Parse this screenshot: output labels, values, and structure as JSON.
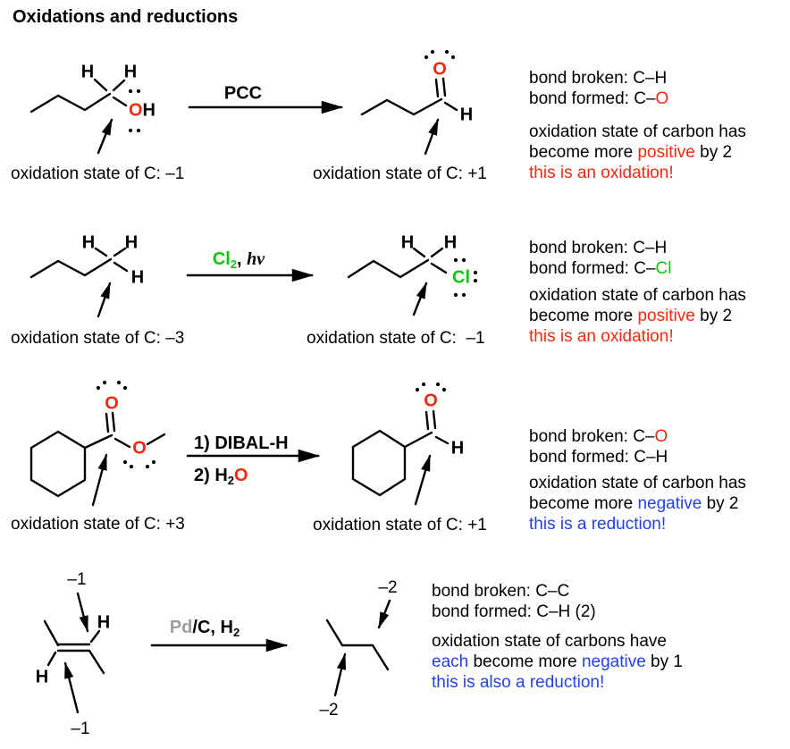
{
  "title": "Oxidations and reductions",
  "palette": {
    "red": "#ee2b11",
    "green": "#12c312",
    "blue": "#2441e1",
    "gray": "#9e9e9e",
    "black": "#000000"
  },
  "rows": [
    {
      "id": "alcohol-oxidation-pcc",
      "reagent": {
        "text": "PCC"
      },
      "reactant": {
        "h1": "H",
        "h2": "H",
        "o": "O",
        "oh_h": "H"
      },
      "product": {
        "o": "O",
        "h": "H"
      },
      "captions": {
        "left": "oxidation state of C: –1",
        "right": "oxidation state of C: +1"
      },
      "notes": {
        "l1": "bond broken: C–H",
        "l2_pre": "bond formed: C–",
        "l2_atom": "O",
        "l3": "oxidation state of carbon has",
        "l4_pre": "become more ",
        "l4_word": "positive",
        "l4_post": " by 2",
        "l5": "this is an oxidation!"
      }
    },
    {
      "id": "radical-chlorination",
      "reagent": {
        "cl": "Cl",
        "sub": "2",
        "comma": ", ",
        "hv": "hν"
      },
      "reactant": {
        "h1": "H",
        "h2": "H",
        "h3": "H"
      },
      "product": {
        "h1": "H",
        "h2": "H",
        "cl": "Cl"
      },
      "captions": {
        "left": "oxidation state of C: –3",
        "right": "oxidation state of C:  –1"
      },
      "notes": {
        "l1": "bond broken: C–H",
        "l2_pre": "bond formed: C–",
        "l2_atom": "Cl",
        "l3": "oxidation state of carbon has",
        "l4_pre": "become more ",
        "l4_word": "positive",
        "l4_post": " by 2",
        "l5": "this is an oxidation!"
      }
    },
    {
      "id": "ester-reduction-dibal",
      "reagent": {
        "line1": "1) DIBAL-H",
        "line2_pre": "2) H",
        "line2_sub": "2",
        "line2_o": "O"
      },
      "reactant": {
        "o_carbonyl": "O",
        "o_ester": "O"
      },
      "product": {
        "o": "O",
        "h": "H"
      },
      "captions": {
        "left": "oxidation state of C: +3",
        "right": "oxidation state of C: +1"
      },
      "notes": {
        "l1_pre": "bond broken: C–",
        "l1_atom": "O",
        "l2": "bond formed: C–H",
        "l3": "oxidation state of carbon has",
        "l4_pre": "become more ",
        "l4_word": "negative",
        "l4_post": " by 2",
        "l5": "this is a reduction!"
      }
    },
    {
      "id": "alkene-hydrogenation",
      "reagent": {
        "pd": "Pd",
        "rest": "/C, H",
        "sub": "2"
      },
      "reactant": {
        "h_top": "H",
        "h_bottom": "H",
        "os_top": "–1",
        "os_bottom": "–1"
      },
      "product": {
        "os_top": "–2",
        "os_bottom": "–2"
      },
      "notes": {
        "l1": "bond broken: C–C",
        "l2": "bond formed: C–H (2)",
        "l3": "oxidation state of carbons have",
        "l4_w1": "each",
        "l4_mid": " become more ",
        "l4_word": "negative",
        "l4_post": " by 1",
        "l5": "this is also a reduction!"
      }
    }
  ]
}
